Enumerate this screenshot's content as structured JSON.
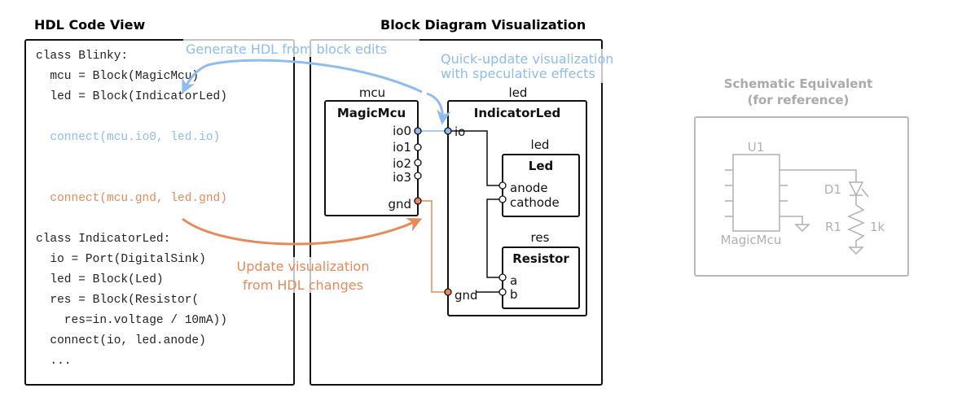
{
  "panels": {
    "code_view": {
      "title": "HDL Code View"
    },
    "block_view": {
      "title": "Block Diagram Visualization"
    },
    "schematic": {
      "title_line1": "Schematic Equivalent",
      "title_line2": "(for reference)"
    }
  },
  "code": {
    "lines": [
      {
        "text": "class Blinky:",
        "style": "normal"
      },
      {
        "text": "  mcu = Block(MagicMcu)",
        "style": "normal"
      },
      {
        "text": "  led = Block(IndicatorLed)",
        "style": "normal"
      },
      {
        "text": "  connect(mcu.io0, led.io)",
        "style": "blue"
      },
      {
        "text": "  connect(mcu.gnd, led.gnd)",
        "style": "orange"
      },
      {
        "text": "class IndicatorLed:",
        "style": "normal"
      },
      {
        "text": "  io = Port(DigitalSink)",
        "style": "normal"
      },
      {
        "text": "  led = Block(Led)",
        "style": "normal"
      },
      {
        "text": "  res = Block(Resistor(",
        "style": "normal"
      },
      {
        "text": "    res=in.voltage / 10mA))",
        "style": "normal"
      },
      {
        "text": "  connect(io, led.anode)",
        "style": "normal"
      },
      {
        "text": "  ...",
        "style": "normal"
      }
    ]
  },
  "annotations": {
    "generate_hdl": "Generate HDL from block edits",
    "quick_update_line1": "Quick-update visualization",
    "quick_update_line2": "with speculative effects",
    "update_vis_line1": "Update visualization",
    "update_vis_line2": "from HDL changes"
  },
  "blocks": {
    "mcu": {
      "instance": "mcu",
      "type": "MagicMcu",
      "ports": [
        "io0",
        "io1",
        "io2",
        "io3",
        "gnd"
      ]
    },
    "indicator_led": {
      "instance": "led",
      "type": "IndicatorLed",
      "ports": [
        "io",
        "gnd"
      ]
    },
    "led": {
      "instance": "led",
      "type": "Led",
      "ports": [
        "anode",
        "cathode"
      ]
    },
    "res": {
      "instance": "res",
      "type": "Resistor",
      "ports": [
        "a",
        "b"
      ]
    }
  },
  "schematic": {
    "u1_ref": "U1",
    "u1_value": "MagicMcu",
    "d1_ref": "D1",
    "r1_ref": "R1",
    "r1_value": "1k"
  },
  "colors": {
    "blue": "#8fbcee",
    "orange": "#e8895a",
    "grey": "#aaaaaa"
  }
}
